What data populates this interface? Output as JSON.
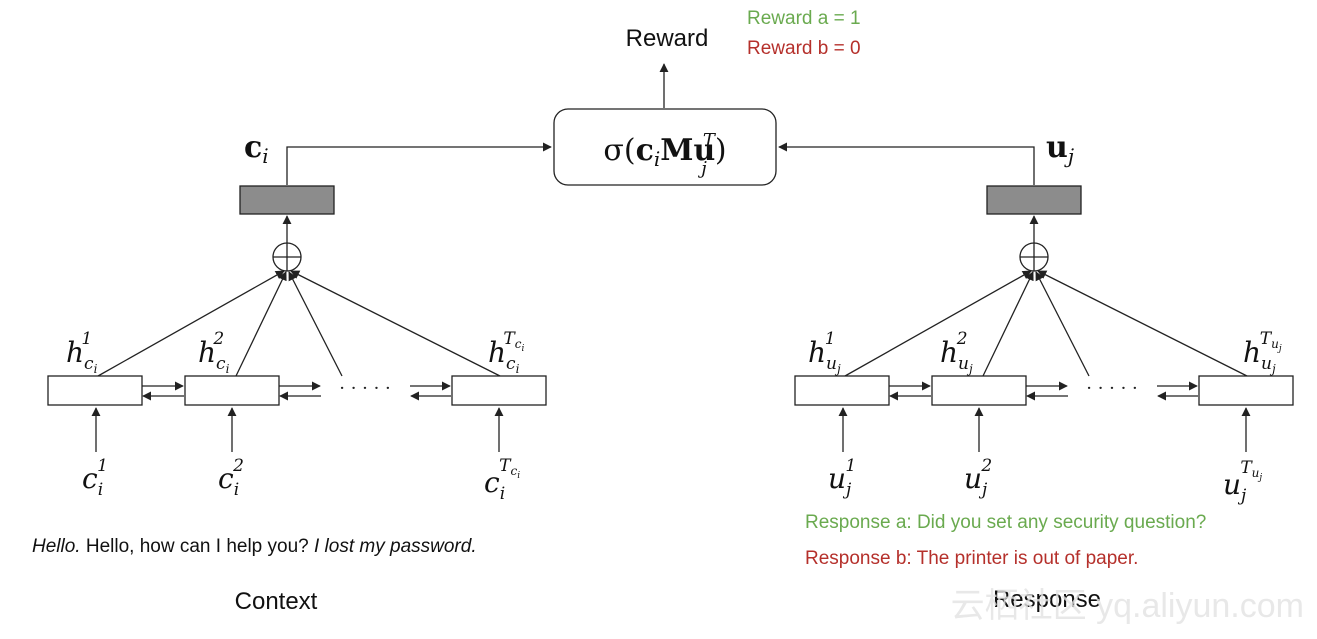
{
  "top": {
    "reward_label": "Reward",
    "reward_a": "Reward a = 1",
    "reward_b": "Reward b = 0",
    "score_formula": "σ(cᵢMuⱼᵀ)"
  },
  "context": {
    "vector_label": "cᵢ",
    "hidden": [
      {
        "base": "h",
        "sub": "cᵢ",
        "sup": "1"
      },
      {
        "base": "h",
        "sub": "cᵢ",
        "sup": "2"
      },
      {
        "base": "h",
        "sub": "cᵢ",
        "sup": "T_cᵢ"
      }
    ],
    "inputs": [
      {
        "base": "c",
        "sub": "i",
        "sup": "1"
      },
      {
        "base": "c",
        "sub": "i",
        "sup": "2"
      },
      {
        "base": "c",
        "sub": "i",
        "sup": "T_cᵢ"
      }
    ],
    "ellipsis": "· · · · ·",
    "utterance": {
      "part1": "Hello.",
      "part2": " Hello, how can I help you? ",
      "part3": "I lost my password."
    },
    "caption": "Context"
  },
  "response": {
    "vector_label": "uⱼ",
    "hidden": [
      {
        "base": "h",
        "sub": "uⱼ",
        "sup": "1"
      },
      {
        "base": "h",
        "sub": "uⱼ",
        "sup": "2"
      },
      {
        "base": "h",
        "sub": "uⱼ",
        "sup": "T_uⱼ"
      }
    ],
    "inputs": [
      {
        "base": "u",
        "sub": "j",
        "sup": "1"
      },
      {
        "base": "u",
        "sub": "j",
        "sup": "2"
      },
      {
        "base": "u",
        "sub": "j",
        "sup": "T_uⱼ"
      }
    ],
    "ellipsis": "· · · · ·",
    "response_a": "Response a: Did you set any security question?",
    "response_b": "Response b: The printer is out of paper.",
    "caption": "Response"
  },
  "watermark": "云栖社区 yq.aliyun.com",
  "colors": {
    "green": "#6aaa4f",
    "red": "#b5302b",
    "box_fill": "#8c8c8c",
    "line": "#222222"
  }
}
